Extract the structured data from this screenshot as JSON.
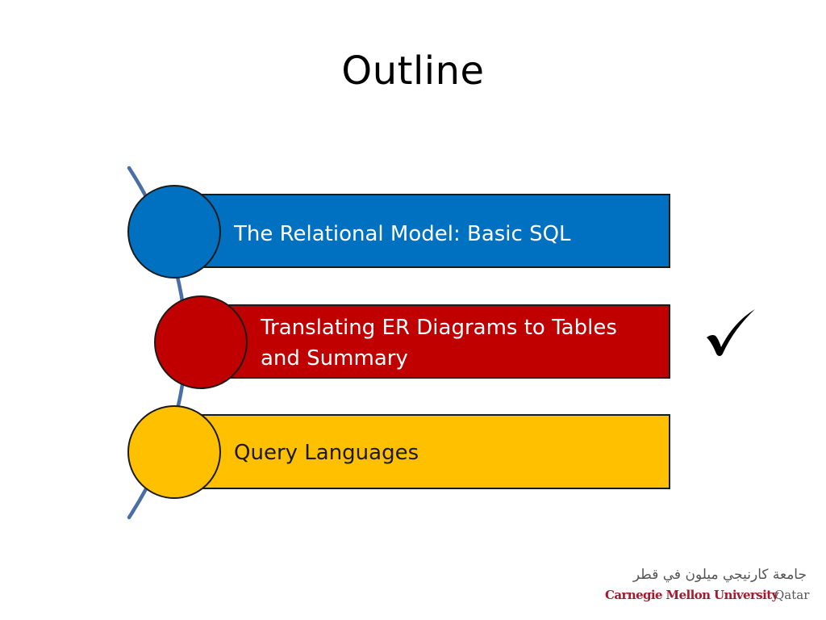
{
  "slide": {
    "title": "Outline"
  },
  "outline": {
    "items": [
      {
        "lines": [
          "The Relational Model: Basic SQL"
        ],
        "color": "#0070c0"
      },
      {
        "lines": [
          "Translating ER Diagrams to Tables",
          "and Summary"
        ],
        "color": "#c00000",
        "checked": true
      },
      {
        "lines": [
          "Query Languages"
        ],
        "color": "#ffc000",
        "text_color": "#1a1a1a"
      }
    ],
    "connector_color": "#4a6fa5"
  },
  "marks": {
    "checkmark_icon": "check-icon"
  },
  "logo": {
    "arabic": "جامعة كارنيجي ميلون في قطر",
    "name": "Carnegie Mellon University",
    "location": "Qatar"
  }
}
